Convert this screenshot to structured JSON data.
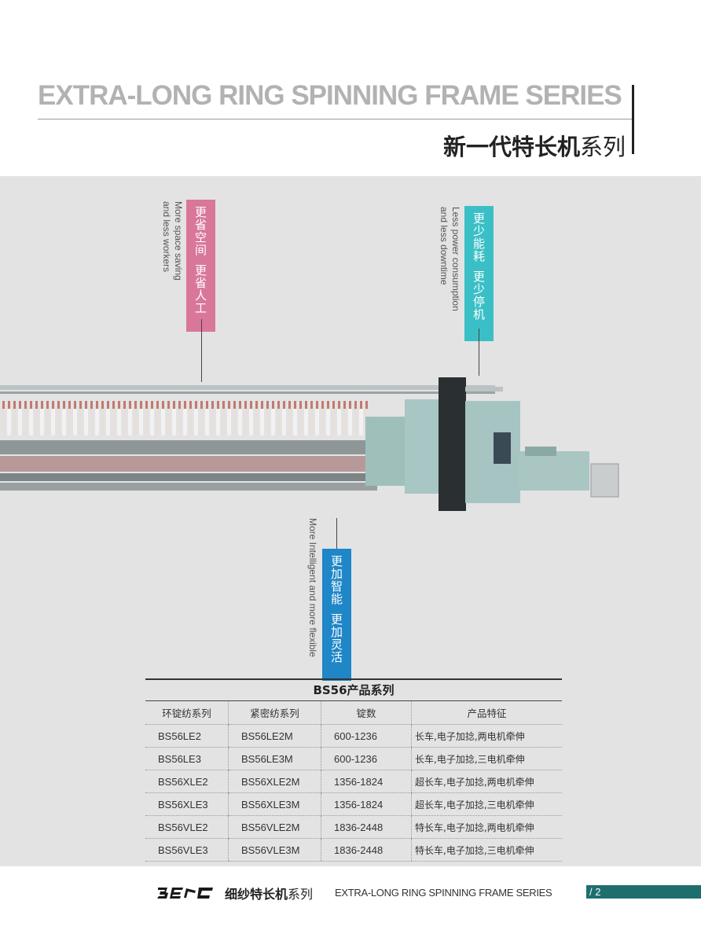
{
  "header": {
    "title_en": "EXTRA-LONG RING SPINNING FRAME SERIES",
    "title_cn_bold": "新一代特长机",
    "title_cn_light": "系列"
  },
  "features": {
    "space": {
      "cn_line1": "更省空间",
      "cn_line2": "更省人工",
      "en_line1": "More space saving",
      "en_line2": "and less workers"
    },
    "power": {
      "cn_line1": "更少能耗",
      "cn_line2": "更少停机",
      "en_line1": "Less power consumption",
      "en_line2": "and less downtime"
    },
    "smart": {
      "cn_line1": "更加智能",
      "cn_line2": "更加灵活",
      "en_line1": "More Intelligent and more flexible"
    }
  },
  "table": {
    "title": "BS56产品系列",
    "headers": [
      "环锭纺系列",
      "紧密纺系列",
      "锭数",
      "产品特征"
    ],
    "rows": [
      [
        "BS56LE2",
        "BS56LE2M",
        "600-1236",
        "长车,电子加捻,两电机牵伸"
      ],
      [
        "BS56LE3",
        "BS56LE3M",
        "600-1236",
        "长车,电子加捻,三电机牵伸"
      ],
      [
        "BS56XLE2",
        "BS56XLE2M",
        "1356-1824",
        "超长车,电子加捻,两电机牵伸"
      ],
      [
        "BS56XLE3",
        "BS56XLE3M",
        "1356-1824",
        "超长车,电子加捻,三电机牵伸"
      ],
      [
        "BS56VLE2",
        "BS56VLE2M",
        "1836-2448",
        "特长车,电子加捻,两电机牵伸"
      ],
      [
        "BS56VLE3",
        "BS56VLE3M",
        "1836-2448",
        "特长车,电子加捻,三电机牵伸"
      ]
    ]
  },
  "footer": {
    "cn_bold": "细纱特长机",
    "cn_light": "系列",
    "en": "EXTRA-LONG RING SPINNING FRAME SERIES",
    "page": "/ 2"
  },
  "colors": {
    "pink": "#d9779a",
    "teal": "#3bbfc6",
    "blue": "#1f86c8",
    "footer_bar": "#1f6e6e"
  }
}
